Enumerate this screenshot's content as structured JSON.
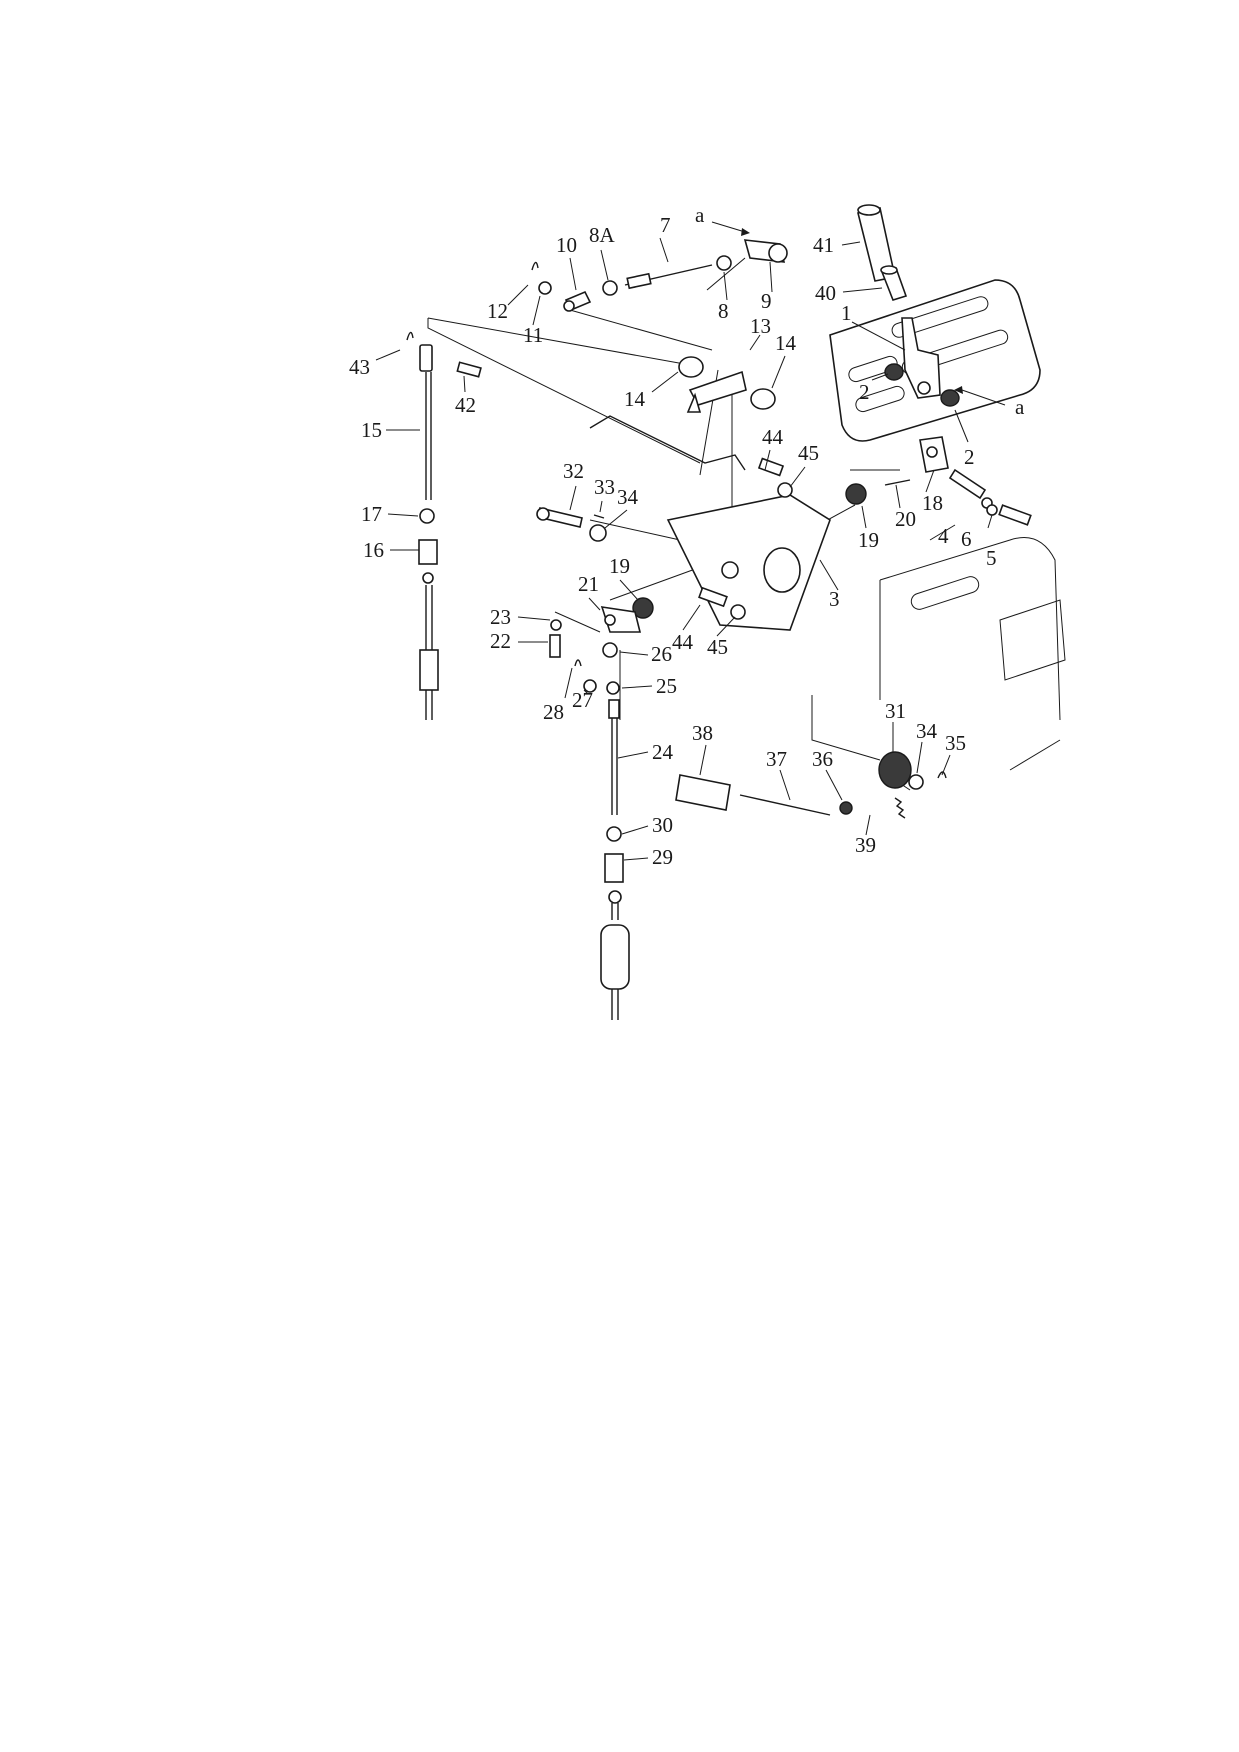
{
  "diagram": {
    "labels": [
      "a",
      "7",
      "8A",
      "10",
      "41",
      "12",
      "8",
      "9",
      "11",
      "40",
      "1",
      "13",
      "43",
      "14",
      "42",
      "2",
      "14",
      "a",
      "15",
      "44",
      "45",
      "2",
      "32",
      "33",
      "34",
      "18",
      "17",
      "20",
      "19",
      "16",
      "4",
      "6",
      "5",
      "21",
      "3",
      "19",
      "23",
      "26",
      "44",
      "45",
      "22",
      "25",
      "28",
      "27",
      "31",
      "38",
      "34",
      "37",
      "36",
      "35",
      "24",
      "30",
      "39",
      "29"
    ]
  }
}
